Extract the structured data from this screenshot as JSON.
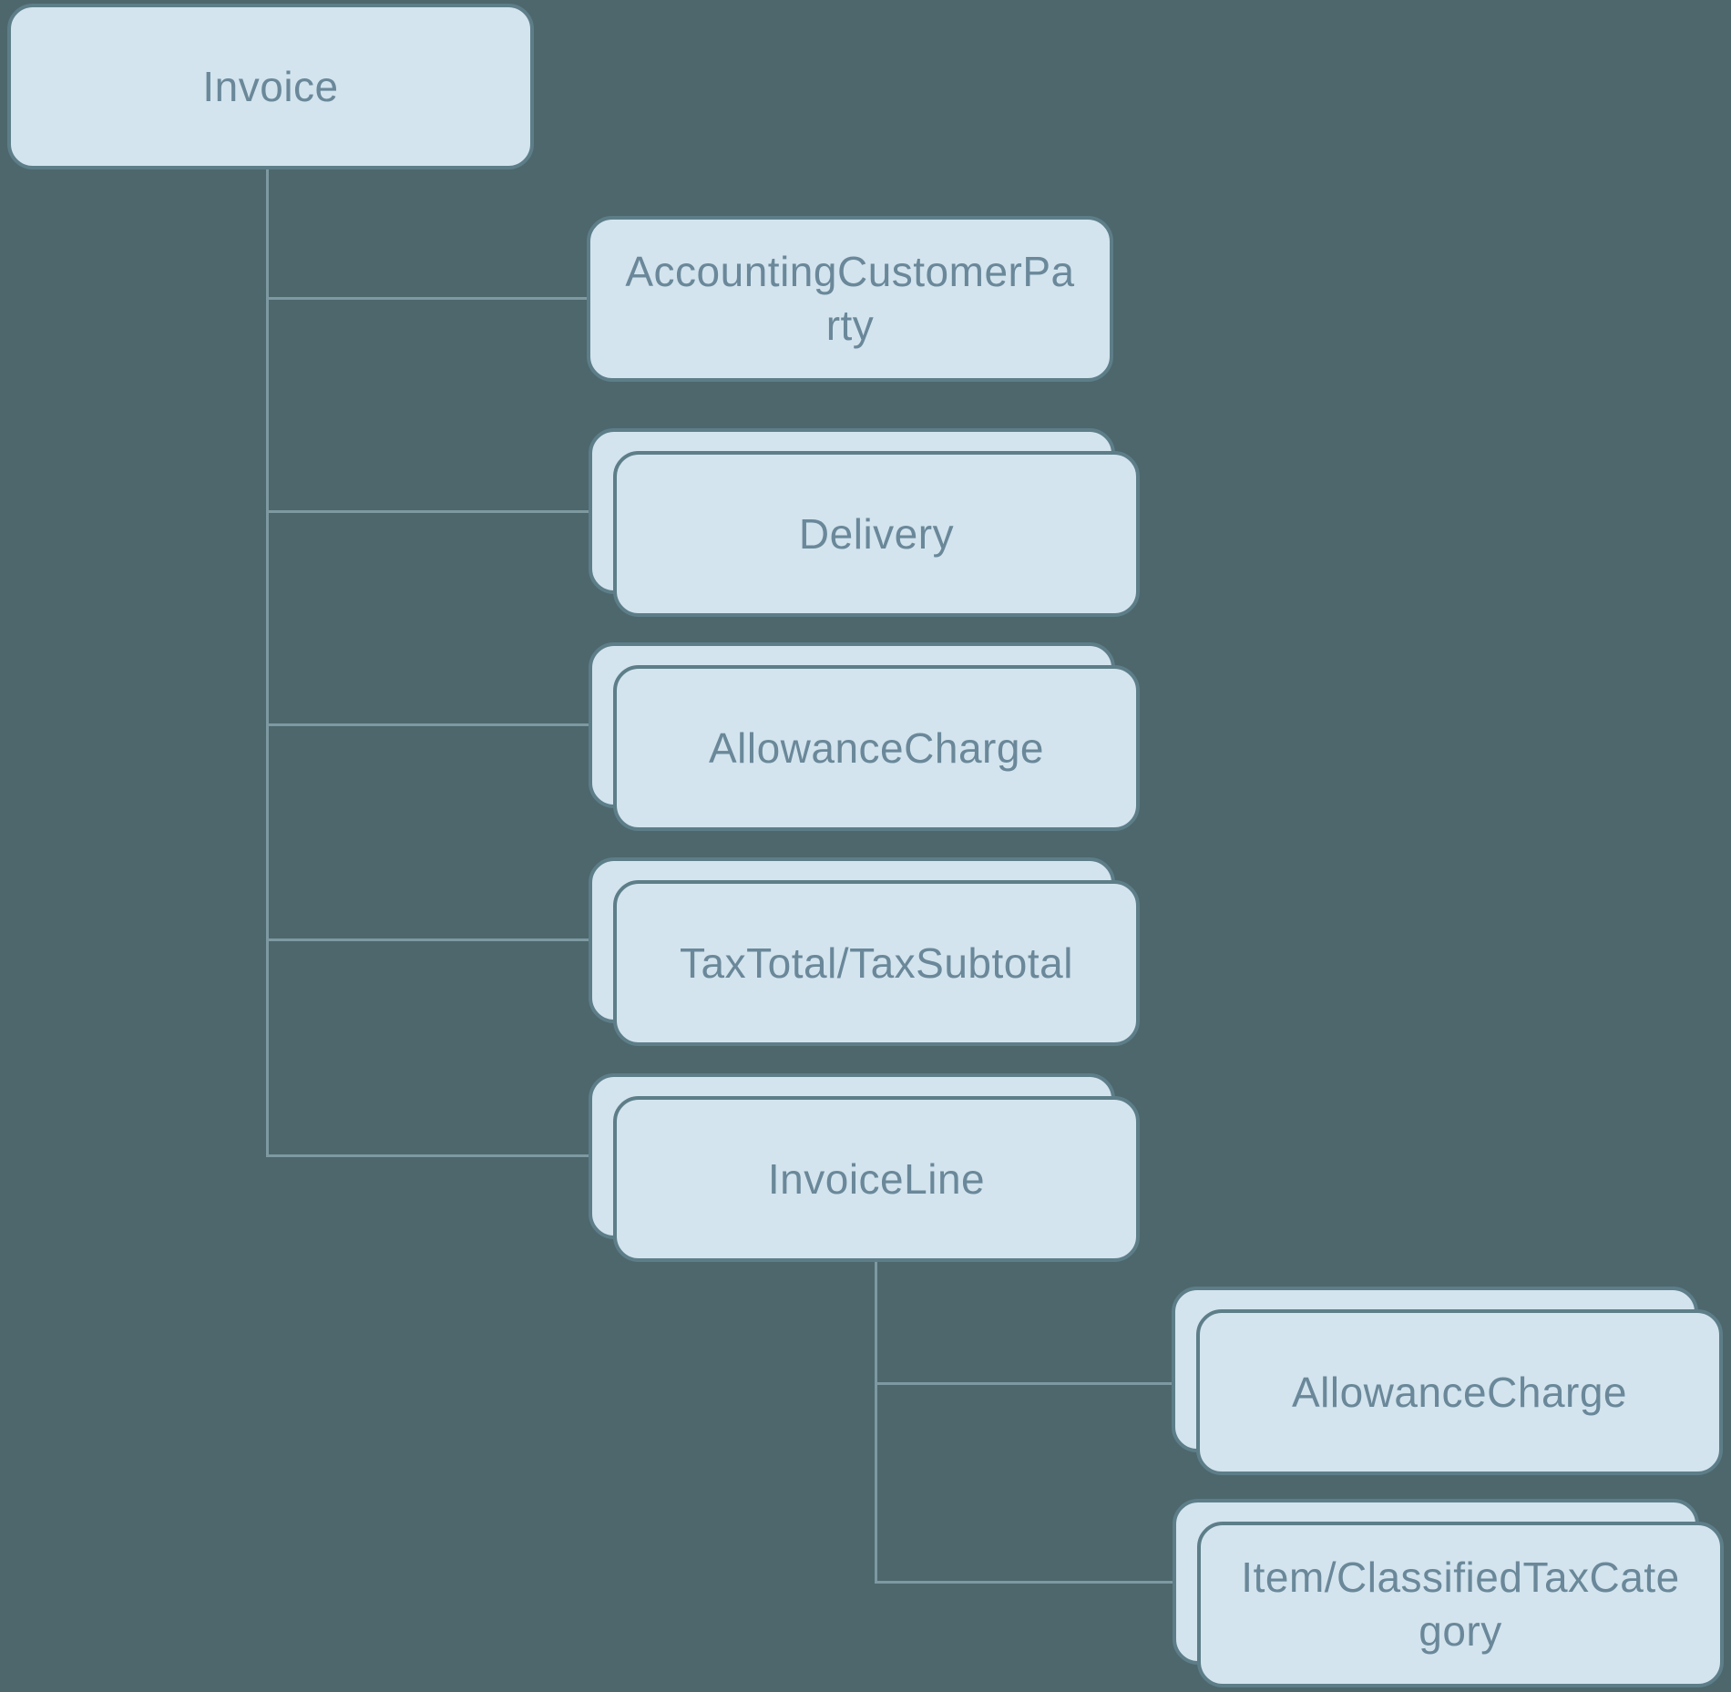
{
  "diagram": {
    "title": "Invoice structure diagram",
    "colors": {
      "background": "#4d676d",
      "node_fill": "#d3e4ee",
      "node_border": "#5d7e88",
      "connector": "#7e99a1",
      "text": "#6a8899"
    },
    "tree": {
      "label": "Invoice",
      "multiple": false,
      "children": [
        {
          "label": "AccountingCustomerPa\nrty",
          "full_label": "AccountingCustomerParty",
          "multiple": false,
          "children": []
        },
        {
          "label": "Delivery",
          "full_label": "Delivery",
          "multiple": true,
          "children": []
        },
        {
          "label": "AllowanceCharge",
          "full_label": "AllowanceCharge",
          "multiple": true,
          "children": []
        },
        {
          "label": "TaxTotal/TaxSubtotal",
          "full_label": "TaxTotal/TaxSubtotal",
          "multiple": true,
          "children": []
        },
        {
          "label": "InvoiceLine",
          "full_label": "InvoiceLine",
          "multiple": true,
          "children": [
            {
              "label": "AllowanceCharge",
              "full_label": "AllowanceCharge",
              "multiple": true,
              "children": []
            },
            {
              "label": "Item/ClassifiedTaxCate\ngory",
              "full_label": "Item/ClassifiedTaxCategory",
              "multiple": true,
              "children": []
            }
          ]
        }
      ]
    }
  }
}
